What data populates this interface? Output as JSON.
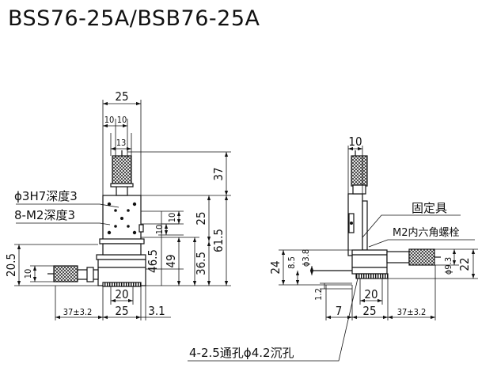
{
  "title": "BSS76-25A/BSB76-25A",
  "front_view": {
    "dims": {
      "w25": "25",
      "w10a": "10",
      "w10b": "10",
      "w13": "13",
      "h37": "37",
      "h10a": "10",
      "h10b": "10",
      "h25": "25",
      "h61_5": "61.5",
      "h46_5": "46.5",
      "h49": "49",
      "h36_5": "36.5",
      "h20_5": "20.5",
      "h10c": "10",
      "b20": "20",
      "b37": "37±3.2",
      "b25": "25",
      "b3_1": "3.1"
    },
    "notes": {
      "hole_h7": "ϕ3H7深度3",
      "m2": "8-M2深度3"
    }
  },
  "side_view": {
    "dims": {
      "w10": "10",
      "h24": "24",
      "h8_5": "8.5",
      "phi3_8": "ϕ3.8",
      "phi9_3": "ϕ9.3",
      "h22": "22",
      "h1_2": "1.2",
      "b20": "20",
      "b7": "7",
      "b25": "25",
      "b37": "37±3.2"
    },
    "notes": {
      "fixture": "固定具",
      "screw": "M2内六角螺栓"
    }
  },
  "bottom_note": "4-2.5通孔ϕ4.2沉孔"
}
